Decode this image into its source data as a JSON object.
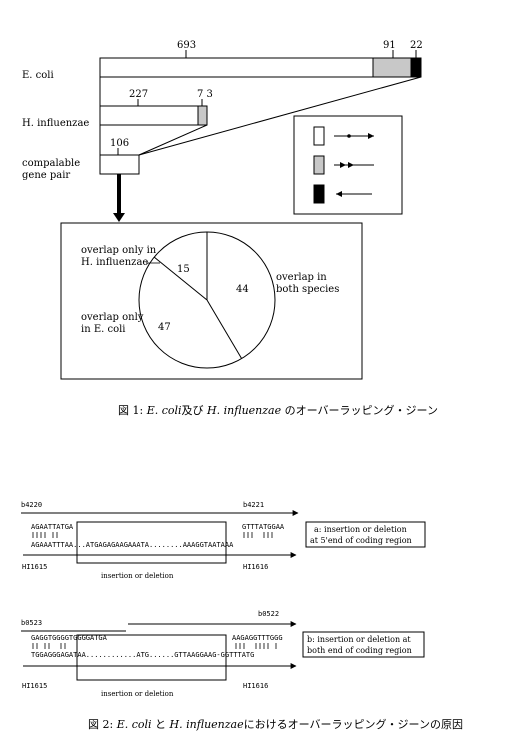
{
  "figure1": {
    "labels": {
      "ecoli": "E. coli",
      "hinf": "H. influenzae",
      "pair_1": "compalable",
      "pair_2": "gene pair"
    },
    "numbers": {
      "ecoli_main": "693",
      "ecoli_mid": "91",
      "ecoli_end": "22",
      "hinf_main": "227",
      "hinf_small": "7 3",
      "pair": "106"
    },
    "pie": {
      "values": [
        15,
        44,
        47
      ],
      "label_15": "15",
      "label_44": "44",
      "label_47": "47",
      "hinf_only_1": "overlap only in",
      "hinf_only_2": "H. influenzae",
      "both_1": "overlap in",
      "both_2": "both species",
      "ecoli_only_1": "overlap only",
      "ecoli_only_2": "in E. coli"
    },
    "caption": {
      "prefix": "図 1:",
      "sp1": "E. coli",
      "mid": "及び",
      "sp2": "H. influenzae",
      "suffix": "のオーバーラッピング・ジーン"
    }
  },
  "figure2": {
    "a": {
      "gene_left": "b4220",
      "gene_right": "b4221",
      "seq_top_left": "AGAATTATGA",
      "seq_top_right": "GTTTATGGAA",
      "seq_bottom": "AGAAATTTAA...ATGAGAGAAGAAATA........AAAGGTAATAAA",
      "hi_left": "HI1615",
      "hi_right": "HI1616",
      "note": "insertion or deletion",
      "box_1": "a:  insertion or deletion",
      "box_2": "at 5'end of coding region"
    },
    "b": {
      "gene_left": "b0523",
      "gene_right": "b0522",
      "seq_top_left": "GAGGTGGGGTGGGGATGA",
      "seq_top_right": "AAGAGGTTTGGG",
      "seq_bottom": "TGGAGGGAGATAA............ATG......GTTAAGGAAG-GGTTTATG",
      "hi_left": "HI1615",
      "hi_right": "HI1616",
      "note": "insertion or deletion",
      "box_1": "b: insertion or deletion at",
      "box_2": "both end of coding region"
    },
    "caption": {
      "prefix": "図 2:",
      "sp1": "E. coli",
      "mid": "と",
      "sp2": "H. influenzae",
      "suffix": "におけるオーバーラッピング・ジーンの原因"
    }
  },
  "colors": {
    "line": "#000000",
    "gray": "#c8c8c8",
    "black": "#000000",
    "white": "#ffffff"
  }
}
